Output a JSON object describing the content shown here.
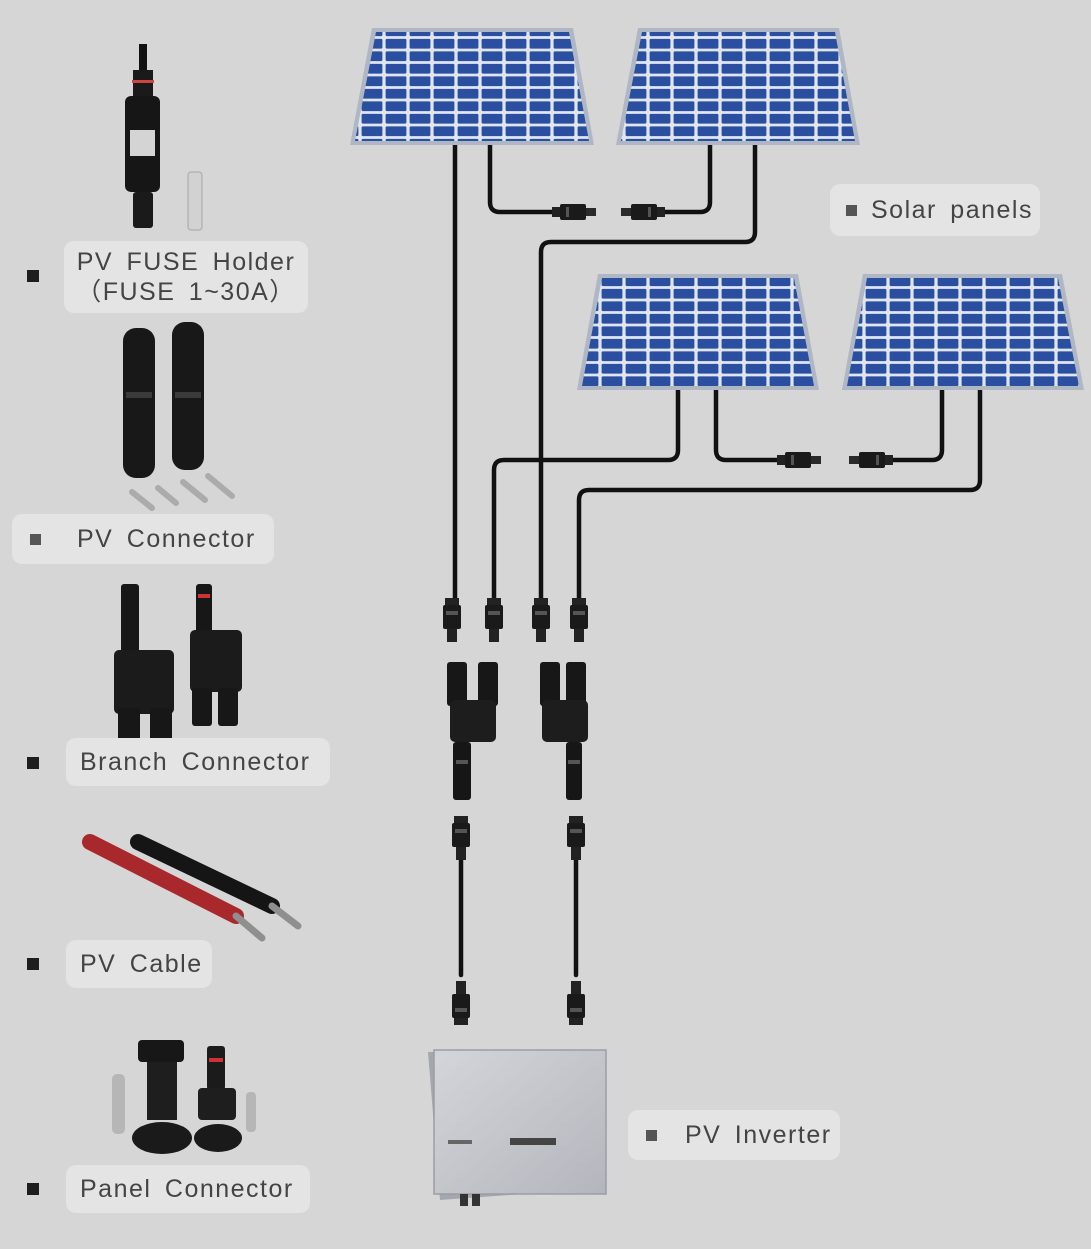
{
  "components": [
    {
      "id": "pv-fuse-holder",
      "line1": "PV FUSE Holder",
      "line2": "（FUSE 1~30A）"
    },
    {
      "id": "pv-connector",
      "label": "PV Connector"
    },
    {
      "id": "branch-connector",
      "label": "Branch Connector"
    },
    {
      "id": "pv-cable",
      "label": "PV Cable"
    },
    {
      "id": "panel-connector",
      "label": "Panel Connector"
    }
  ],
  "system_labels": {
    "solar_panels": "Solar panels",
    "pv_inverter": "PV Inverter"
  },
  "colors": {
    "background": "#d6d6d6",
    "label_box": "#e4e4e4",
    "panel_cell": "#2a4fa0",
    "panel_grid": "#dfe6f2",
    "cable": "#111111",
    "cable_red": "#a8282c",
    "inverter_body": "#c4c6cb"
  }
}
